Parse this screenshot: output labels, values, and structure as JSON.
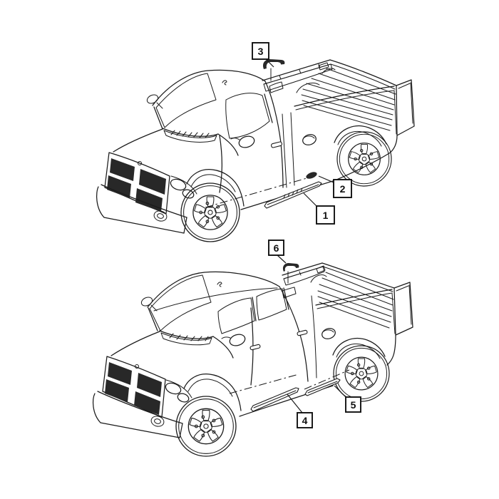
{
  "diagram": {
    "background_color": "#ffffff",
    "line_color": "#1b1b1b",
    "views": [
      {
        "position": "top",
        "vehicle_icon": "regular-cab-pickup-truck-illustration",
        "callout_labels": [
          "1",
          "2",
          "3"
        ]
      },
      {
        "position": "bottom",
        "vehicle_icon": "quad-cab-pickup-truck-illustration",
        "callout_labels": [
          "4",
          "5",
          "6"
        ]
      }
    ],
    "callouts": [
      {
        "label": "1"
      },
      {
        "label": "2"
      },
      {
        "label": "3"
      },
      {
        "label": "4"
      },
      {
        "label": "5"
      },
      {
        "label": "6"
      }
    ],
    "part_icons": [
      "body-side-molding-strip-icon",
      "molding-retainer-clip-icon",
      "bed-rail-clip-icon"
    ]
  }
}
